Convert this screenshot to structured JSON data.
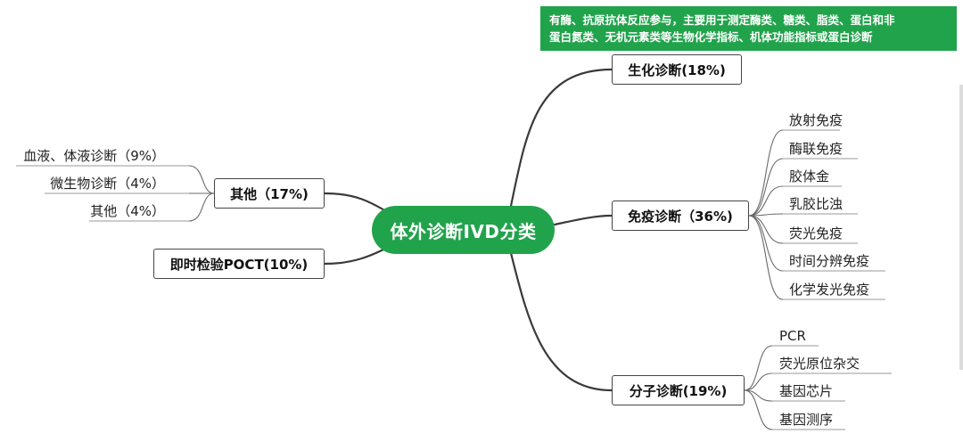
{
  "root": {
    "label": "体外诊断IVD分类"
  },
  "note": {
    "line1": "有酶、抗原抗体反应参与，主要用于测定酶类、糖类、脂类、蛋白和非",
    "line2": "蛋白氮类、无机元素类等生物化学指标、机体功能指标或蛋白诊断"
  },
  "right_branches": [
    {
      "label": "生化诊断(18%)",
      "children": []
    },
    {
      "label": "免疫诊断（36%)",
      "children": [
        "放射免疫",
        "酶联免疫",
        "胶体金",
        "乳胶比浊",
        "荧光免疫",
        "时间分辨免疫",
        "化学发光免疫"
      ]
    },
    {
      "label": "分子诊断(19%)",
      "children": [
        "PCR",
        "荧光原位杂交",
        "基因芯片",
        "基因测序"
      ]
    }
  ],
  "left_branches": [
    {
      "label": "其他（17%)",
      "children": [
        "血液、体液诊断（9%）",
        "微生物诊断（4%）",
        "其他（4%）"
      ]
    },
    {
      "label": "即时检验POCT(10%)",
      "children": []
    }
  ],
  "colors": {
    "accent": "#21a34c",
    "line": "#3a3a3a",
    "box_border": "#444444"
  }
}
